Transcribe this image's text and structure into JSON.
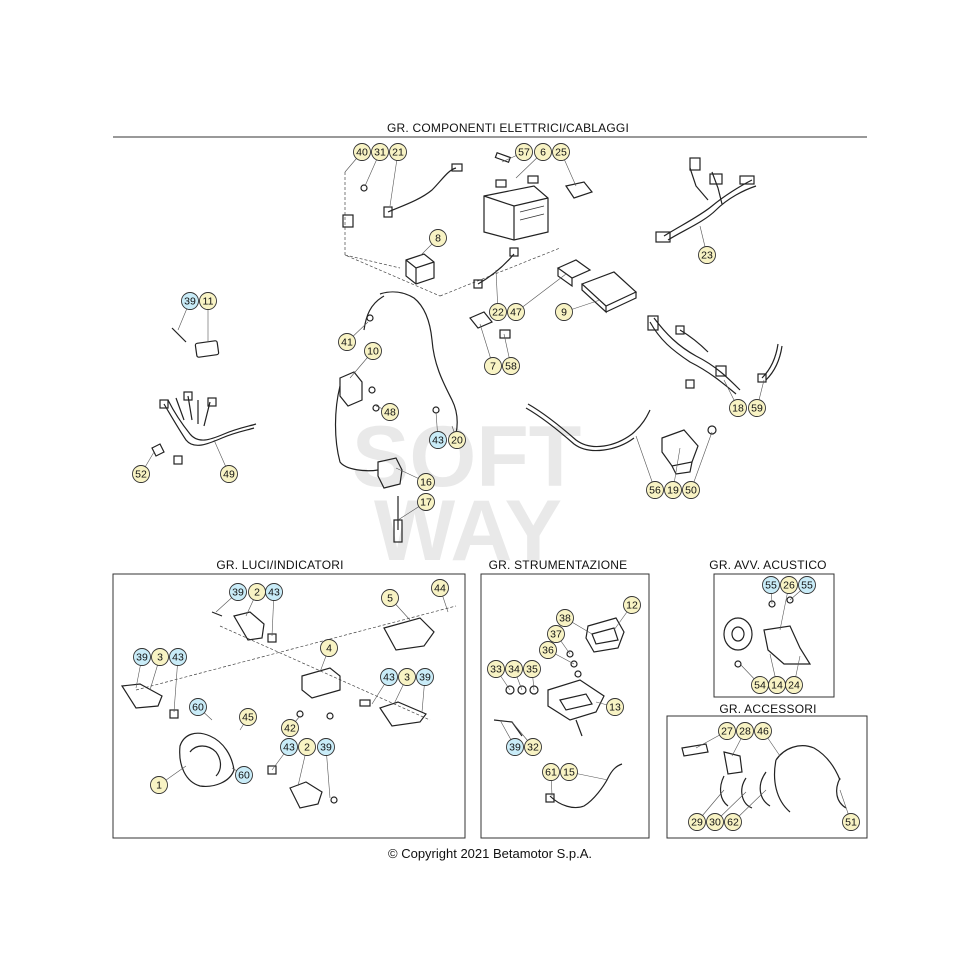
{
  "sections": {
    "electrical": "GR. COMPONENTI ELETTRICI/CABLAGGI",
    "lights": "GR. LUCI/INDICATORI",
    "instruments": "GR. STRUMENTAZIONE",
    "horn": "GR. AVV. ACUSTICO",
    "accessories": "GR. ACCESSORI"
  },
  "watermark": [
    "SOFT",
    "WAY"
  ],
  "copyright": "© Copyright 2021 Betamotor S.p.A.",
  "colors": {
    "yellow": "#f8f3c4",
    "blue": "#c9ecf8",
    "stroke": "#333333"
  },
  "callouts": [
    {
      "label": "40",
      "color": "yellow"
    },
    {
      "label": "31",
      "color": "yellow"
    },
    {
      "label": "21",
      "color": "yellow"
    },
    {
      "label": "57",
      "color": "yellow"
    },
    {
      "label": "6",
      "color": "yellow"
    },
    {
      "label": "25",
      "color": "yellow"
    },
    {
      "label": "23",
      "color": "yellow"
    },
    {
      "label": "8",
      "color": "yellow"
    },
    {
      "label": "39",
      "color": "blue"
    },
    {
      "label": "11",
      "color": "yellow"
    },
    {
      "label": "22",
      "color": "yellow"
    },
    {
      "label": "47",
      "color": "yellow"
    },
    {
      "label": "9",
      "color": "yellow"
    },
    {
      "label": "41",
      "color": "yellow"
    },
    {
      "label": "10",
      "color": "yellow"
    },
    {
      "label": "7",
      "color": "yellow"
    },
    {
      "label": "58",
      "color": "yellow"
    },
    {
      "label": "18",
      "color": "yellow"
    },
    {
      "label": "59",
      "color": "yellow"
    },
    {
      "label": "48",
      "color": "yellow"
    },
    {
      "label": "43",
      "color": "blue"
    },
    {
      "label": "20",
      "color": "yellow"
    },
    {
      "label": "52",
      "color": "yellow"
    },
    {
      "label": "49",
      "color": "yellow"
    },
    {
      "label": "16",
      "color": "yellow"
    },
    {
      "label": "17",
      "color": "yellow"
    },
    {
      "label": "56",
      "color": "yellow"
    },
    {
      "label": "19",
      "color": "yellow"
    },
    {
      "label": "50",
      "color": "yellow"
    },
    {
      "label": "39",
      "color": "blue"
    },
    {
      "label": "2",
      "color": "yellow"
    },
    {
      "label": "43",
      "color": "blue"
    },
    {
      "label": "5",
      "color": "yellow"
    },
    {
      "label": "44",
      "color": "yellow"
    },
    {
      "label": "39",
      "color": "blue"
    },
    {
      "label": "3",
      "color": "yellow"
    },
    {
      "label": "43",
      "color": "blue"
    },
    {
      "label": "4",
      "color": "yellow"
    },
    {
      "label": "43",
      "color": "blue"
    },
    {
      "label": "3",
      "color": "yellow"
    },
    {
      "label": "39",
      "color": "blue"
    },
    {
      "label": "60",
      "color": "blue"
    },
    {
      "label": "45",
      "color": "yellow"
    },
    {
      "label": "42",
      "color": "yellow"
    },
    {
      "label": "43",
      "color": "blue"
    },
    {
      "label": "2",
      "color": "yellow"
    },
    {
      "label": "39",
      "color": "blue"
    },
    {
      "label": "1",
      "color": "yellow"
    },
    {
      "label": "60",
      "color": "blue"
    },
    {
      "label": "38",
      "color": "yellow"
    },
    {
      "label": "12",
      "color": "yellow"
    },
    {
      "label": "37",
      "color": "yellow"
    },
    {
      "label": "36",
      "color": "yellow"
    },
    {
      "label": "33",
      "color": "yellow"
    },
    {
      "label": "34",
      "color": "yellow"
    },
    {
      "label": "35",
      "color": "yellow"
    },
    {
      "label": "13",
      "color": "yellow"
    },
    {
      "label": "39",
      "color": "blue"
    },
    {
      "label": "32",
      "color": "yellow"
    },
    {
      "label": "61",
      "color": "yellow"
    },
    {
      "label": "15",
      "color": "yellow"
    },
    {
      "label": "55",
      "color": "blue"
    },
    {
      "label": "26",
      "color": "yellow"
    },
    {
      "label": "55",
      "color": "blue"
    },
    {
      "label": "54",
      "color": "yellow"
    },
    {
      "label": "14",
      "color": "yellow"
    },
    {
      "label": "24",
      "color": "yellow"
    },
    {
      "label": "27",
      "color": "yellow"
    },
    {
      "label": "28",
      "color": "yellow"
    },
    {
      "label": "46",
      "color": "yellow"
    },
    {
      "label": "29",
      "color": "yellow"
    },
    {
      "label": "30",
      "color": "yellow"
    },
    {
      "label": "62",
      "color": "yellow"
    },
    {
      "label": "51",
      "color": "yellow"
    }
  ]
}
